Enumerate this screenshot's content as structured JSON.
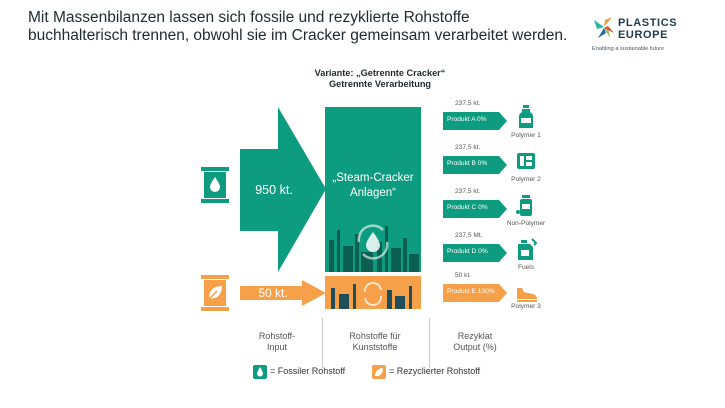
{
  "headline": {
    "line1": "Mit Massenbilanzen lassen sich fossile und rezyklierte Rohstoffe",
    "line2": "buchhalterisch trennen, obwohl sie im Cracker gemeinsam verarbeitet werden."
  },
  "logo": {
    "line1": "PLASTICS",
    "line2": "EUROPE",
    "tagline": "Enabling a sustainable future"
  },
  "variant": {
    "line1": "Variante: „Getrennte Cracker“",
    "line2": "Getrennte Verarbeitung"
  },
  "inputs": {
    "fossil_amount": "950 kt.",
    "recycled_amount": "50 kt."
  },
  "cracker": {
    "line1": "„Steam-Cracker",
    "line2": "Anlagen“"
  },
  "products": [
    {
      "amount": "237,5 kt.",
      "label": "Produkt A 0%",
      "type": "Polymer 1",
      "icon": "bottle-icon",
      "color": "#0e9c80"
    },
    {
      "amount": "237,5 kt.",
      "label": "Produkt B 0%",
      "type": "Polymer 2",
      "icon": "packaging-icon",
      "color": "#0e9c80"
    },
    {
      "amount": "237,5 kt.",
      "label": "Produkt C 0%",
      "type": "Non-Polymer",
      "icon": "chemical-icon",
      "color": "#0e9c80"
    },
    {
      "amount": "237,5 Mt.",
      "label": "Produkt D 0%",
      "type": "Fuels",
      "icon": "fuel-can-icon",
      "color": "#0e9c80"
    },
    {
      "amount": "50 kt.",
      "label": "Produkt E 100%",
      "type": "Polymer 3",
      "icon": "shoe-icon",
      "color": "#f6a04a"
    }
  ],
  "columns": {
    "input": {
      "line1": "Rohstoff-",
      "line2": "Input"
    },
    "raw": {
      "line1": "Rohstoffe für",
      "line2": "Kunststoffe"
    },
    "output": {
      "line1": "Rezyklat",
      "line2": "Output (%)"
    }
  },
  "legend": {
    "fossil": "= Fossiler Rohstoff",
    "recycled": "= Rezyclierter Rohstoff"
  },
  "colors": {
    "fossil": "#0e9c80",
    "recycled": "#f6a04a"
  }
}
